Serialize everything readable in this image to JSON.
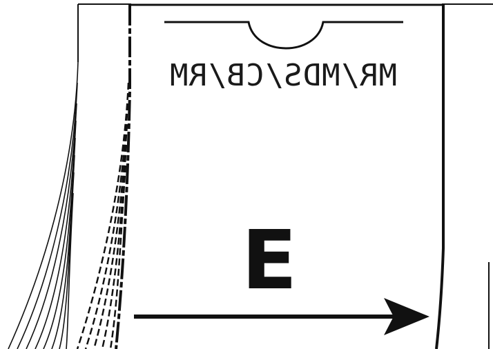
{
  "diagram": {
    "panel_label": "MR/MDS/CB/RM",
    "panel_letter": "E",
    "arrow_direction": "right",
    "colors": {
      "ink": "#111111",
      "paper": "#ffffff"
    }
  }
}
